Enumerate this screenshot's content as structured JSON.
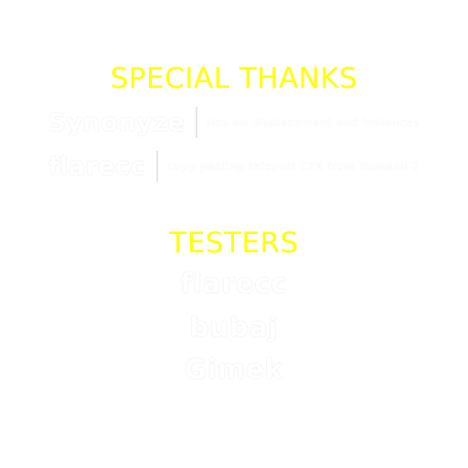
{
  "special_thanks": {
    "heading": "SPECIAL THANKS",
    "entries": [
      {
        "name": "Synonyze",
        "description": "tips on displacement and instances"
      },
      {
        "name": "flarecc",
        "description": "copy-pasting teleport CFX from Tsunami 2"
      }
    ]
  },
  "testers": {
    "heading": "TESTERS",
    "names": [
      "flarecc",
      "bubaj",
      "Gimek"
    ]
  },
  "colors": {
    "heading": "#ffff00",
    "text": "#ffffff",
    "background": "#ffffff"
  }
}
